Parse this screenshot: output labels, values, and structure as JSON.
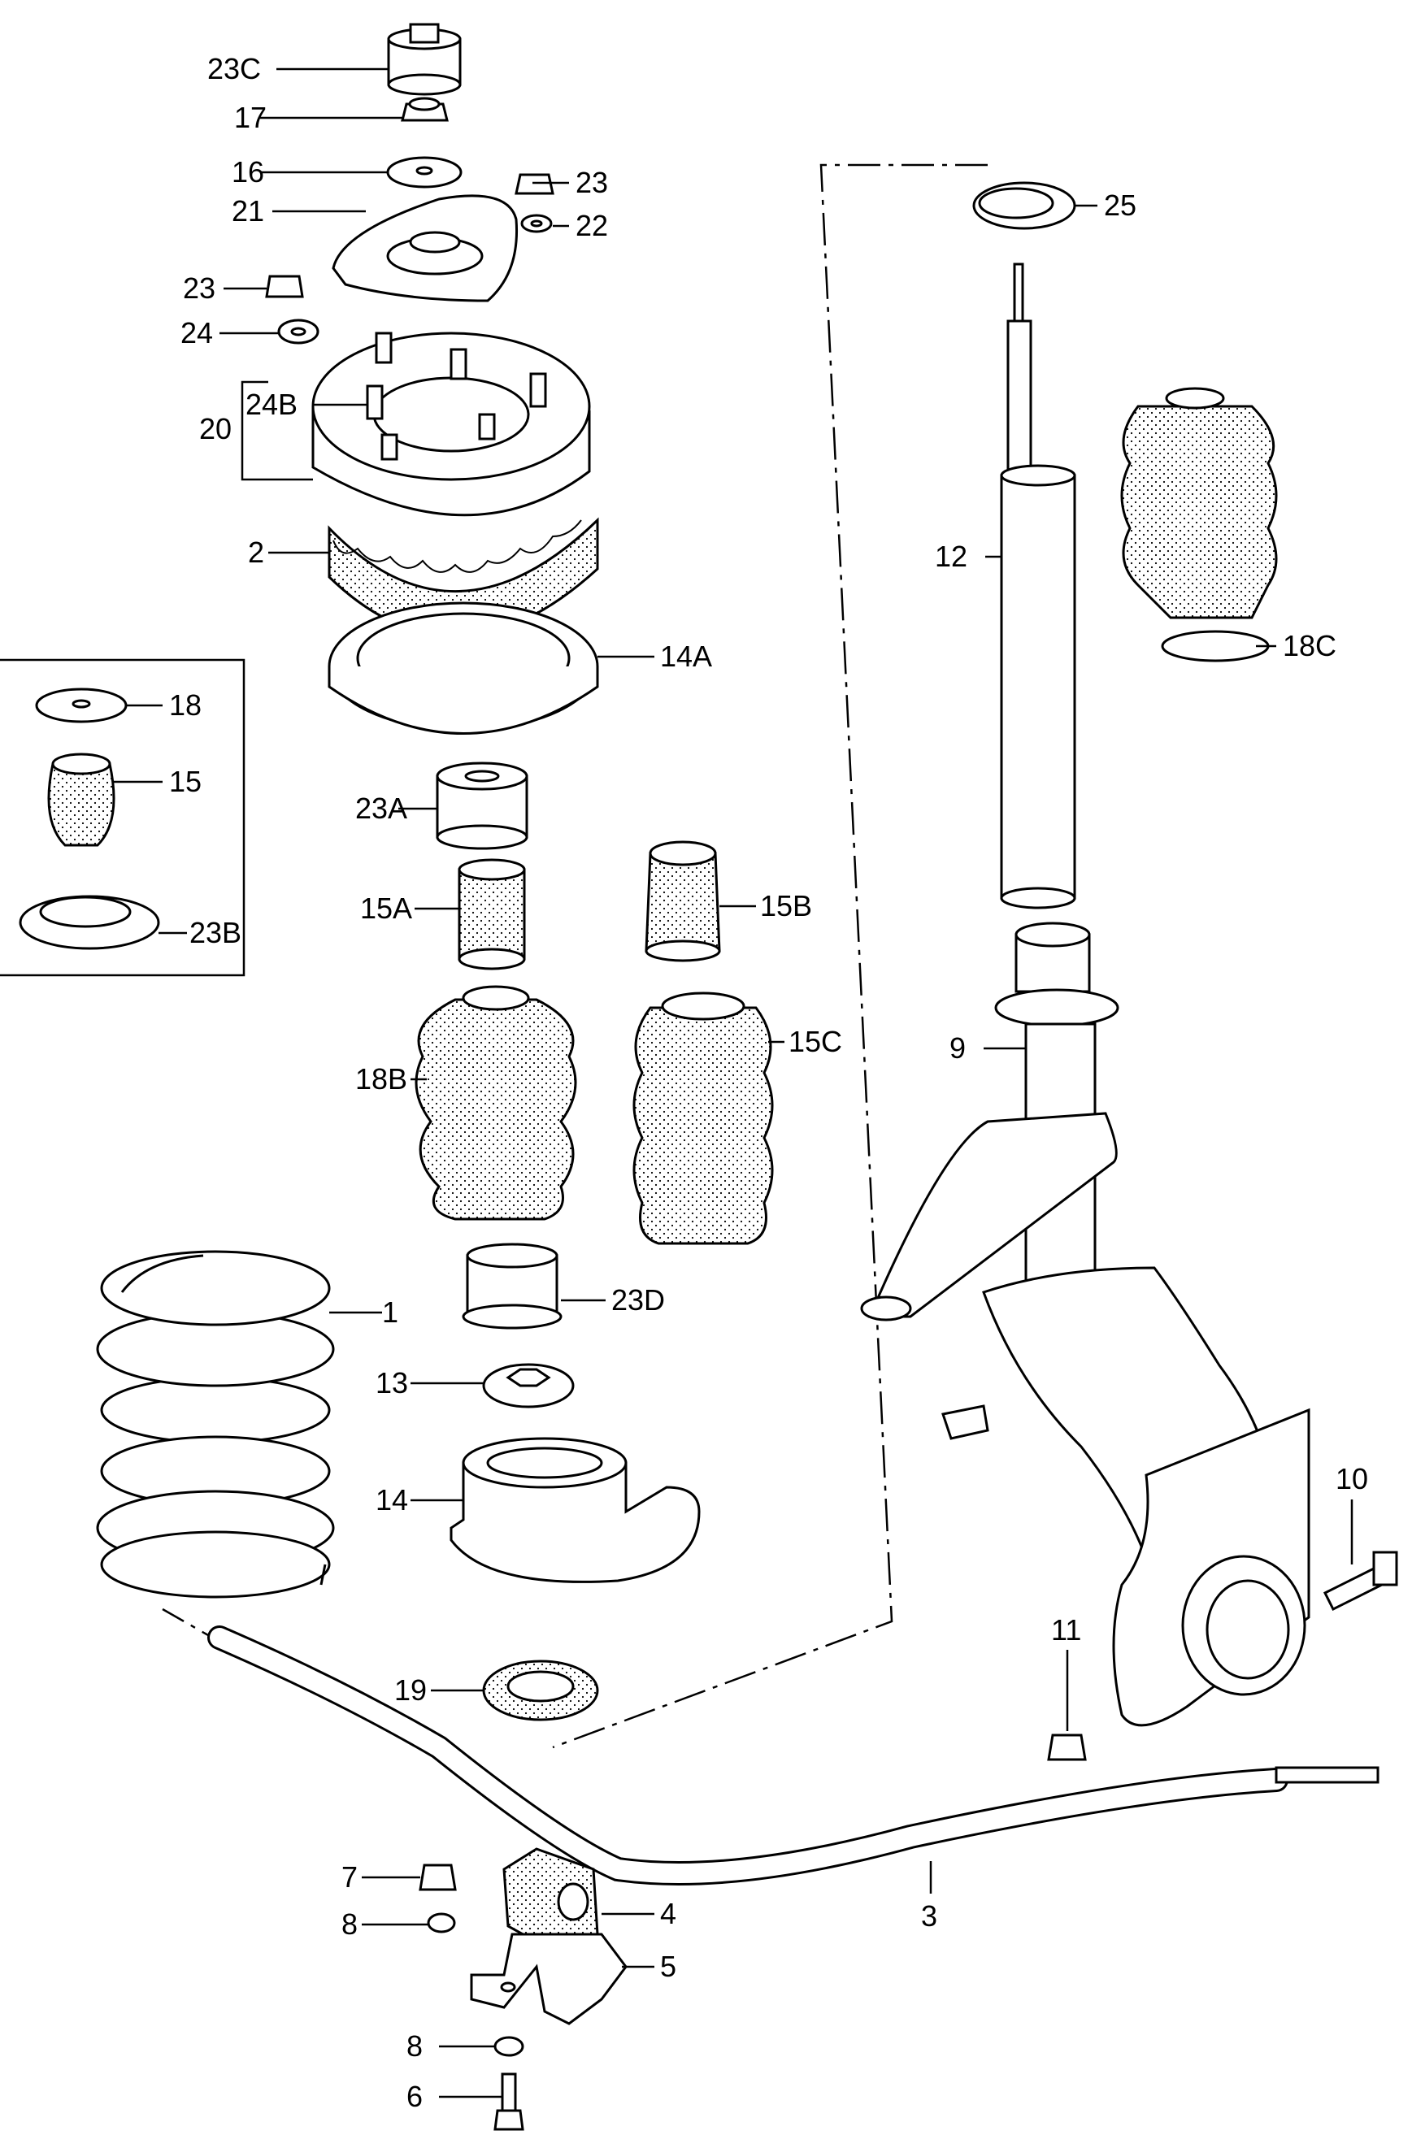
{
  "diagram": {
    "labels": {
      "p23c": "23C",
      "p17": "17",
      "p16": "16",
      "p21": "21",
      "p23a_r": "23",
      "p22": "22",
      "p25": "25",
      "p23_l": "23",
      "p24": "24",
      "p24b": "24B",
      "p20": "20",
      "p2": "2",
      "p12": "12",
      "p14a": "14A",
      "p18c": "18C",
      "p18": "18",
      "p15": "15",
      "p23a": "23A",
      "p15a": "15A",
      "p15b": "15B",
      "p23b": "23B",
      "p9": "9",
      "p15c": "15C",
      "p18b": "18B",
      "p1": "1",
      "p23d": "23D",
      "p13": "13",
      "p14": "14",
      "p10": "10",
      "p11": "11",
      "p19": "19",
      "p7": "7",
      "p4": "4",
      "p8a": "8",
      "p5": "5",
      "p3": "3",
      "p8b": "8",
      "p6": "6"
    }
  }
}
